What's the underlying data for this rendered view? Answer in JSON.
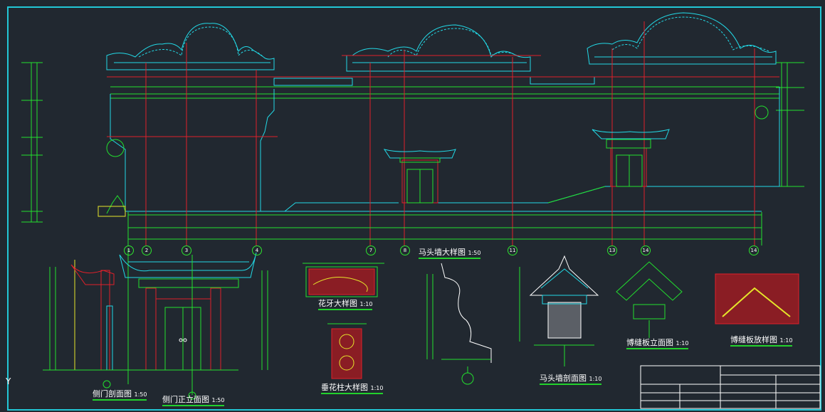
{
  "drawing_titles": {
    "elevation": "马头墙大样图",
    "elevation_scale": "1:50",
    "flower_bracket": "花牙大样图",
    "flower_bracket_scale": "1:10",
    "hanging_column": "垂花柱大样图",
    "hanging_column_scale": "1:10",
    "wall_section": "马头墙剖面图",
    "wall_section_scale": "1:10",
    "gate_elevation": "侧门正立面图",
    "gate_elevation_scale": "1:50",
    "gate_section": "侧门剖面图",
    "gate_section_scale": "1:50",
    "board_elevation": "博缝板立面图",
    "board_elevation_scale": "1:10",
    "board_layout": "博缝板放样图",
    "board_layout_scale": "1:10"
  },
  "grid_axes": [
    "1",
    "2",
    "3",
    "4",
    "7",
    "8",
    "11",
    "13",
    "14",
    "14"
  ],
  "colors": {
    "background": "#212830",
    "border": "#22c7d6",
    "cyan": "#22d9e6",
    "green": "#22e02e",
    "red": "#e0202a",
    "white": "#ffffff",
    "yellow": "#e6e62a"
  },
  "ucs_marker": "Y"
}
